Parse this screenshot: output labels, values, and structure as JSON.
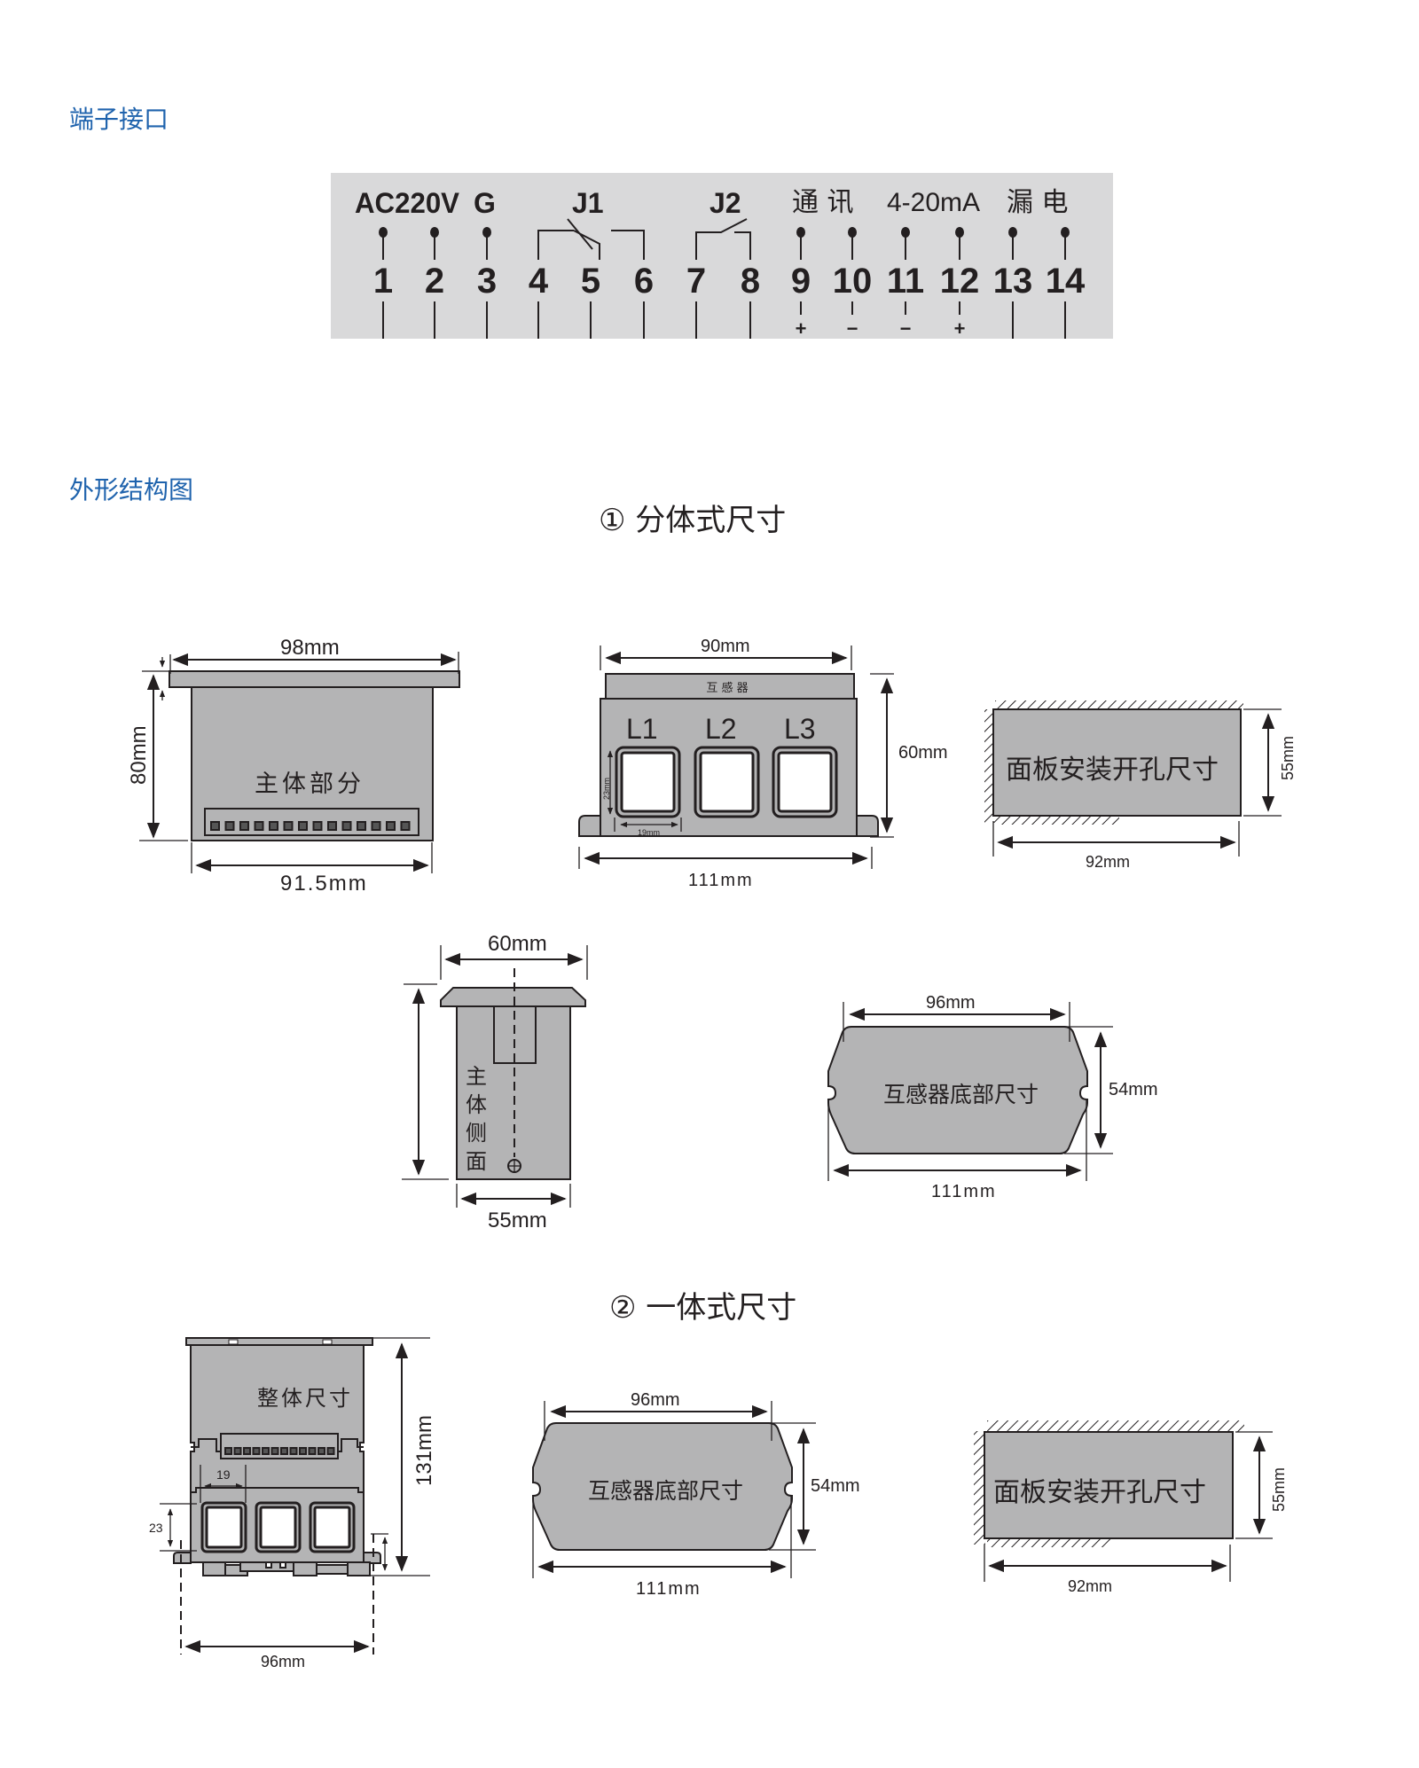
{
  "sections": {
    "terminals_title": "端子接口",
    "outline_title": "外形结构图"
  },
  "terminal_strip": {
    "background": "#d9d9da",
    "group_labels": {
      "ac220v": "AC220V",
      "g": "G",
      "j1": "J1",
      "j2": "J2",
      "comm": "通 讯",
      "ma": "4-20mA",
      "leak": "漏 电"
    },
    "terminals": [
      "1",
      "2",
      "3",
      "4",
      "5",
      "6",
      "7",
      "8",
      "9",
      "10",
      "11",
      "12",
      "13",
      "14"
    ],
    "polarity": {
      "t9": "+",
      "t10": "−",
      "t11": "−",
      "t12": "+"
    }
  },
  "split_type": {
    "title": "① 分体式尺寸",
    "main_body": {
      "label": "主体部分",
      "width_top": "98mm",
      "height": "80mm",
      "width_bottom": "91.5mm",
      "pin_count": 14
    },
    "transformer": {
      "top_label": "互 感 器",
      "phases": [
        "L1",
        "L2",
        "L3"
      ],
      "width_top": "90mm",
      "height": "60mm",
      "width_bottom": "111mm",
      "hole_height": "23mm",
      "hole_width": "19mm"
    },
    "panel_cutout": {
      "label": "面板安装开孔尺寸",
      "height": "55mm",
      "width": "92mm"
    },
    "side_view": {
      "label": [
        "主",
        "体",
        "侧",
        "面"
      ],
      "width_top": "60mm",
      "width_bottom": "55mm"
    },
    "transformer_base": {
      "label": "互感器底部尺寸",
      "width_top": "96mm",
      "height": "54mm",
      "width_bottom": "111mm"
    }
  },
  "integrated_type": {
    "title": "② 一体式尺寸",
    "overall": {
      "label": "整体尺寸",
      "height": "131mm",
      "hole_width": "19",
      "hole_height": "23",
      "width_bottom": "96mm"
    },
    "transformer_base": {
      "label": "互感器底部尺寸",
      "width_top": "96mm",
      "height": "54mm",
      "width_bottom": "111mm"
    },
    "panel_cutout": {
      "label": "面板安装开孔尺寸",
      "height": "55mm",
      "width": "92mm"
    }
  }
}
